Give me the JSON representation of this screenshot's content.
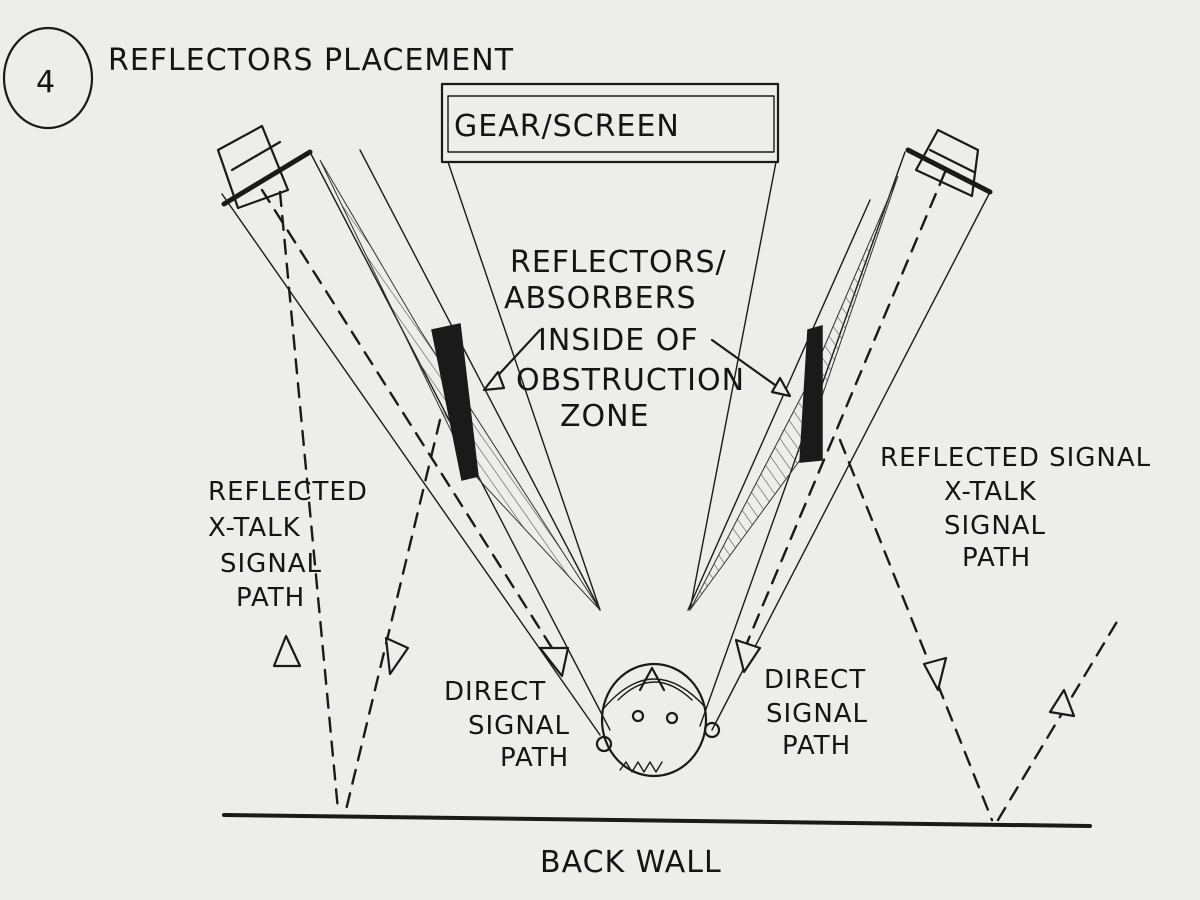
{
  "diagram": {
    "step_number": "4",
    "title": "REFLECTORS PLACEMENT",
    "gear_box_label": "GEAR/SCREEN",
    "center_note": [
      "REFLECTORS/",
      "ABSORBERS",
      "INSIDE OF",
      "OBSTRUCTION",
      "ZONE"
    ],
    "left_reflected_label": [
      "REFLECTED",
      "X-TALK",
      "SIGNAL",
      "PATH"
    ],
    "right_reflected_label": [
      "REFLECTED SIGNAL",
      "X-TALK",
      "SIGNAL",
      "PATH"
    ],
    "left_direct_label": [
      "DIRECT",
      "SIGNAL",
      "PATH"
    ],
    "right_direct_label": [
      "DIRECT",
      "SIGNAL",
      "PATH"
    ],
    "wall_label": "BACK WALL"
  },
  "colors": {
    "paper": "#ededeb",
    "ink": "#1a1a1a"
  }
}
